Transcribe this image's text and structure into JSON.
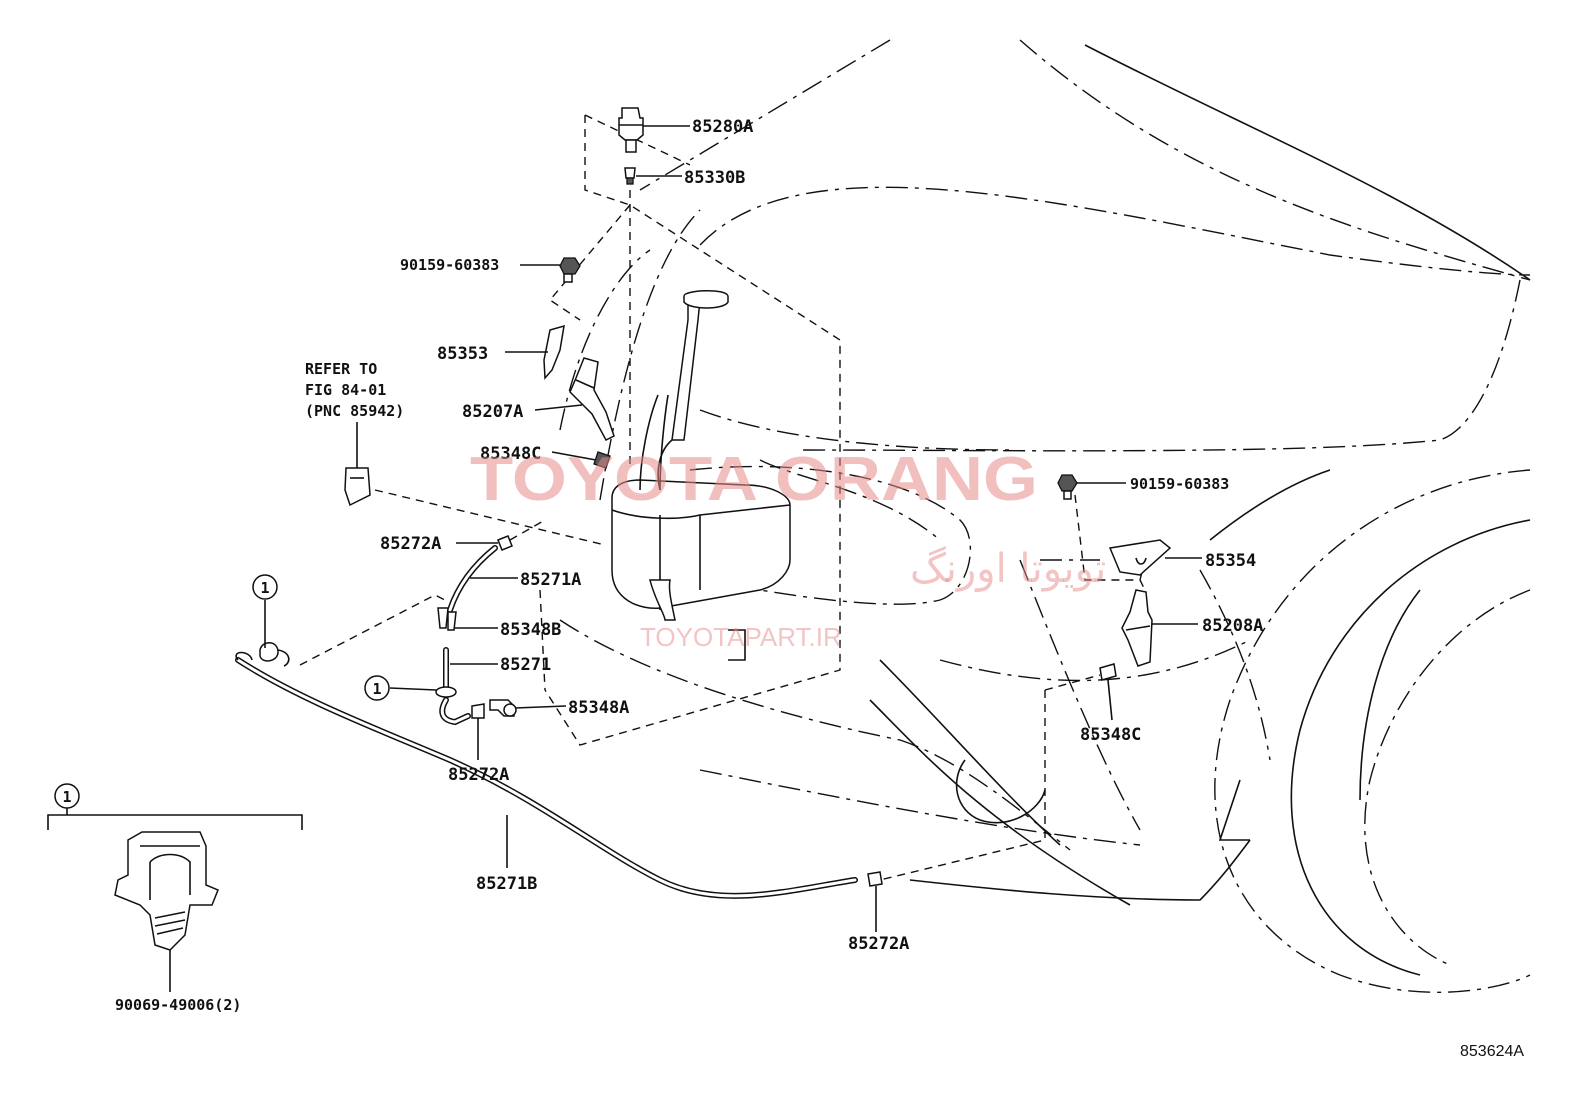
{
  "watermark": {
    "title": "TOYOTA ORANG",
    "persian": "تویوتا اورنگ",
    "site": "TOYOTAPART.IR"
  },
  "callouts": {
    "p85280A": "85280A",
    "p85330B": "85330B",
    "p90159_top": "90159-60383",
    "p85353": "85353",
    "p85207A": "85207A",
    "p85348C_left": "85348C",
    "p85272A_top": "85272A",
    "p85271A": "85271A",
    "p85348B": "85348B",
    "p85271": "85271",
    "p85348A": "85348A",
    "p85272A_mid": "85272A",
    "p85271B": "85271B",
    "p85272A_bottom": "85272A",
    "p90159_right": "90159-60383",
    "p85354": "85354",
    "p85208A": "85208A",
    "p85348C_right": "85348C",
    "p90069": "90069-49006(2)"
  },
  "refer_note": {
    "line1": "REFER TO",
    "line2": "FIG 84-01",
    "line3": "(PNC 85942)"
  },
  "circle_ref": "1",
  "figure_code": "853624A"
}
